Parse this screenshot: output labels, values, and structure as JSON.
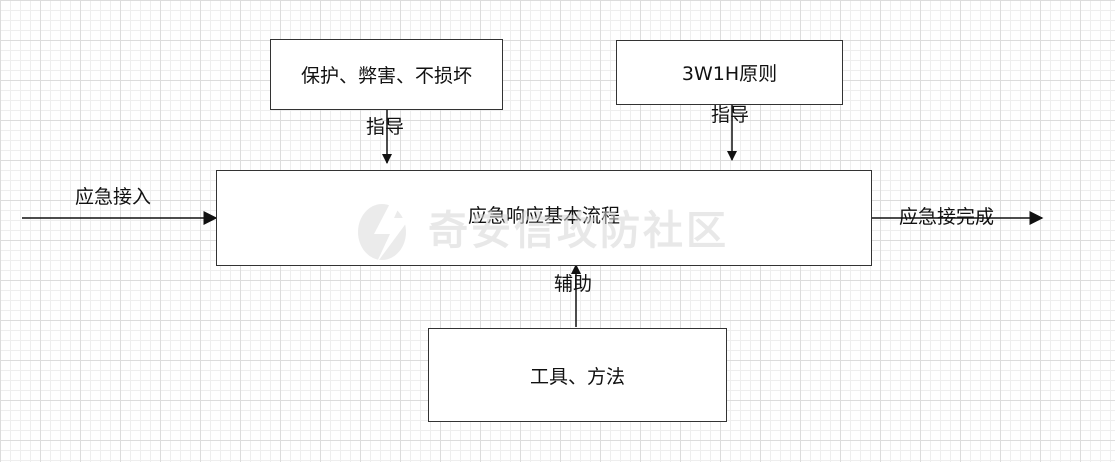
{
  "boxes": {
    "constraint": "保护、弊害、不损坏",
    "principle": "3W1H原则",
    "main": "应急响应基本流程",
    "tools": "工具、方法"
  },
  "labels": {
    "guide_left": "指导",
    "guide_right": "指导",
    "input": "应急接入",
    "output": "应急接完成",
    "assist": "辅助"
  },
  "watermark": "奇安信攻防社区",
  "colors": {
    "line": "#111111",
    "box_border": "#333333",
    "watermark": "#d6d6d6"
  }
}
